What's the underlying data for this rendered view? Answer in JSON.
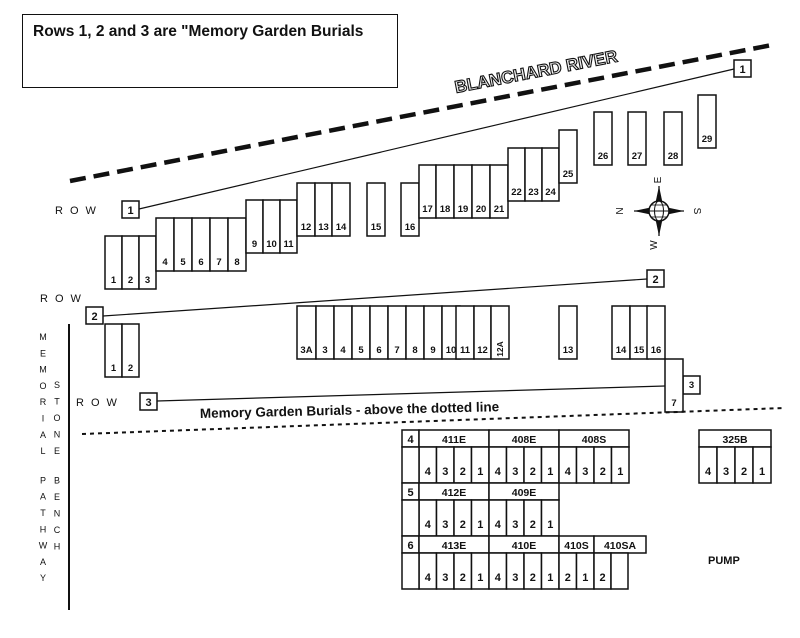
{
  "note": "Rows 1, 2 and 3 are \"Memory Garden  Burials",
  "river": "BLANCHARD RIVER",
  "rows": {
    "label": "ROW",
    "n1": "1",
    "n2": "2",
    "n3": "3"
  },
  "row1_plots": [
    "1",
    "2",
    "3",
    "4",
    "5",
    "6",
    "7",
    "8",
    "9",
    "10",
    "11",
    "12",
    "13",
    "14",
    "15",
    "16",
    "17",
    "18",
    "19",
    "20",
    "21",
    "22",
    "23",
    "24",
    "25",
    "26",
    "27",
    "28",
    "29"
  ],
  "row2_plots": [
    "1",
    "2",
    "3A",
    "3",
    "4",
    "5",
    "6",
    "7",
    "8",
    "9",
    "10",
    "11",
    "12",
    "12A",
    "13",
    "14",
    "15",
    "16"
  ],
  "row3_plots": [
    "3",
    "7"
  ],
  "dotted_line_label": "Memory Garden Burials  - above the dotted line",
  "side_label_left": "MEMORIAL PATHWAY",
  "side_label_right": "STONE BENCH",
  "compass": {
    "n": "N",
    "e": "E",
    "s": "S",
    "w": "W"
  },
  "section_rows": [
    {
      "number": "4",
      "lots": [
        "411E",
        "408E",
        "408S"
      ]
    },
    {
      "number": "5",
      "lots": [
        "412E",
        "409E"
      ]
    },
    {
      "number": "6",
      "lots": [
        "413E",
        "410E",
        "410S",
        "410SA"
      ]
    }
  ],
  "lot_325B": "325B",
  "grave_nums": [
    "4",
    "3",
    "2",
    "1"
  ],
  "grave_nums_410S": [
    "2",
    "1"
  ],
  "grave_nums_410SA": [
    "2"
  ],
  "pump": "PUMP"
}
